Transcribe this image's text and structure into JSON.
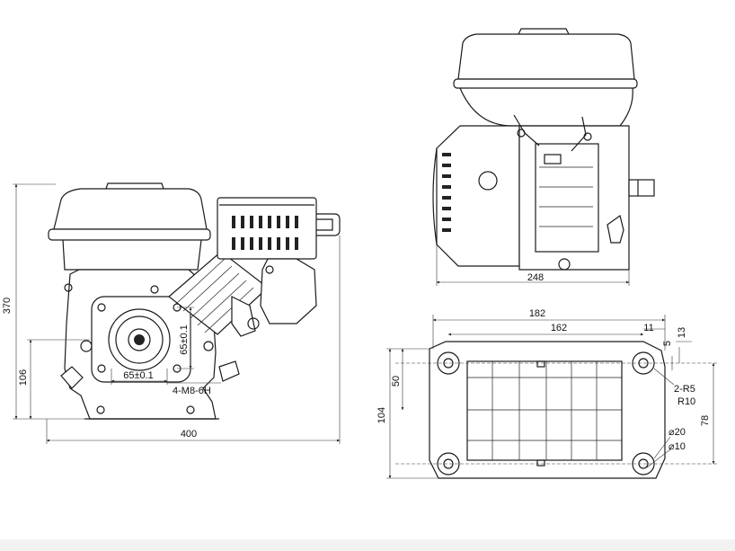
{
  "front_view": {
    "dim_height": "370",
    "dim_shaft_height": "106",
    "dim_width": "400",
    "dim_bolt_h": "65±0.1",
    "dim_bolt_v": "65±0.1",
    "thread_spec": "4-M8-6H"
  },
  "side_view": {
    "dim_depth": "248"
  },
  "base_view": {
    "dim_182": "182",
    "dim_162": "162",
    "dim_11": "11",
    "dim_13": "13",
    "dim_5": "5",
    "dim_50": "50",
    "dim_104": "104",
    "dim_78": "78",
    "slot_radius_a": "2-R5",
    "slot_radius_b": "R10",
    "dia_20": "⌀20",
    "dia_10": "⌀10"
  }
}
